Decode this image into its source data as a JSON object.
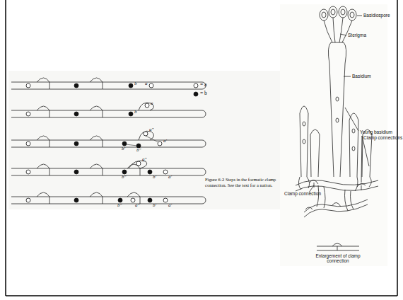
{
  "diagram": {
    "caption": "Figure 6-2 Steps in the formatic clamp connection. See the text for a nation.",
    "labels": [
      "b",
      "a",
      "b",
      "a",
      "a″",
      "a′",
      "b′",
      "b″",
      "a″",
      "b″",
      "b′",
      "a′",
      "b″",
      "a″",
      "b′",
      "a′",
      "Basidiospore",
      "Sterigma",
      "Basidium",
      "Young basidium",
      "Clamp connections",
      "Clamp connection",
      "Enlargement of clamp connection"
    ],
    "legend": [
      {
        "text": "= a"
      },
      {
        "text": "= b"
      }
    ]
  }
}
